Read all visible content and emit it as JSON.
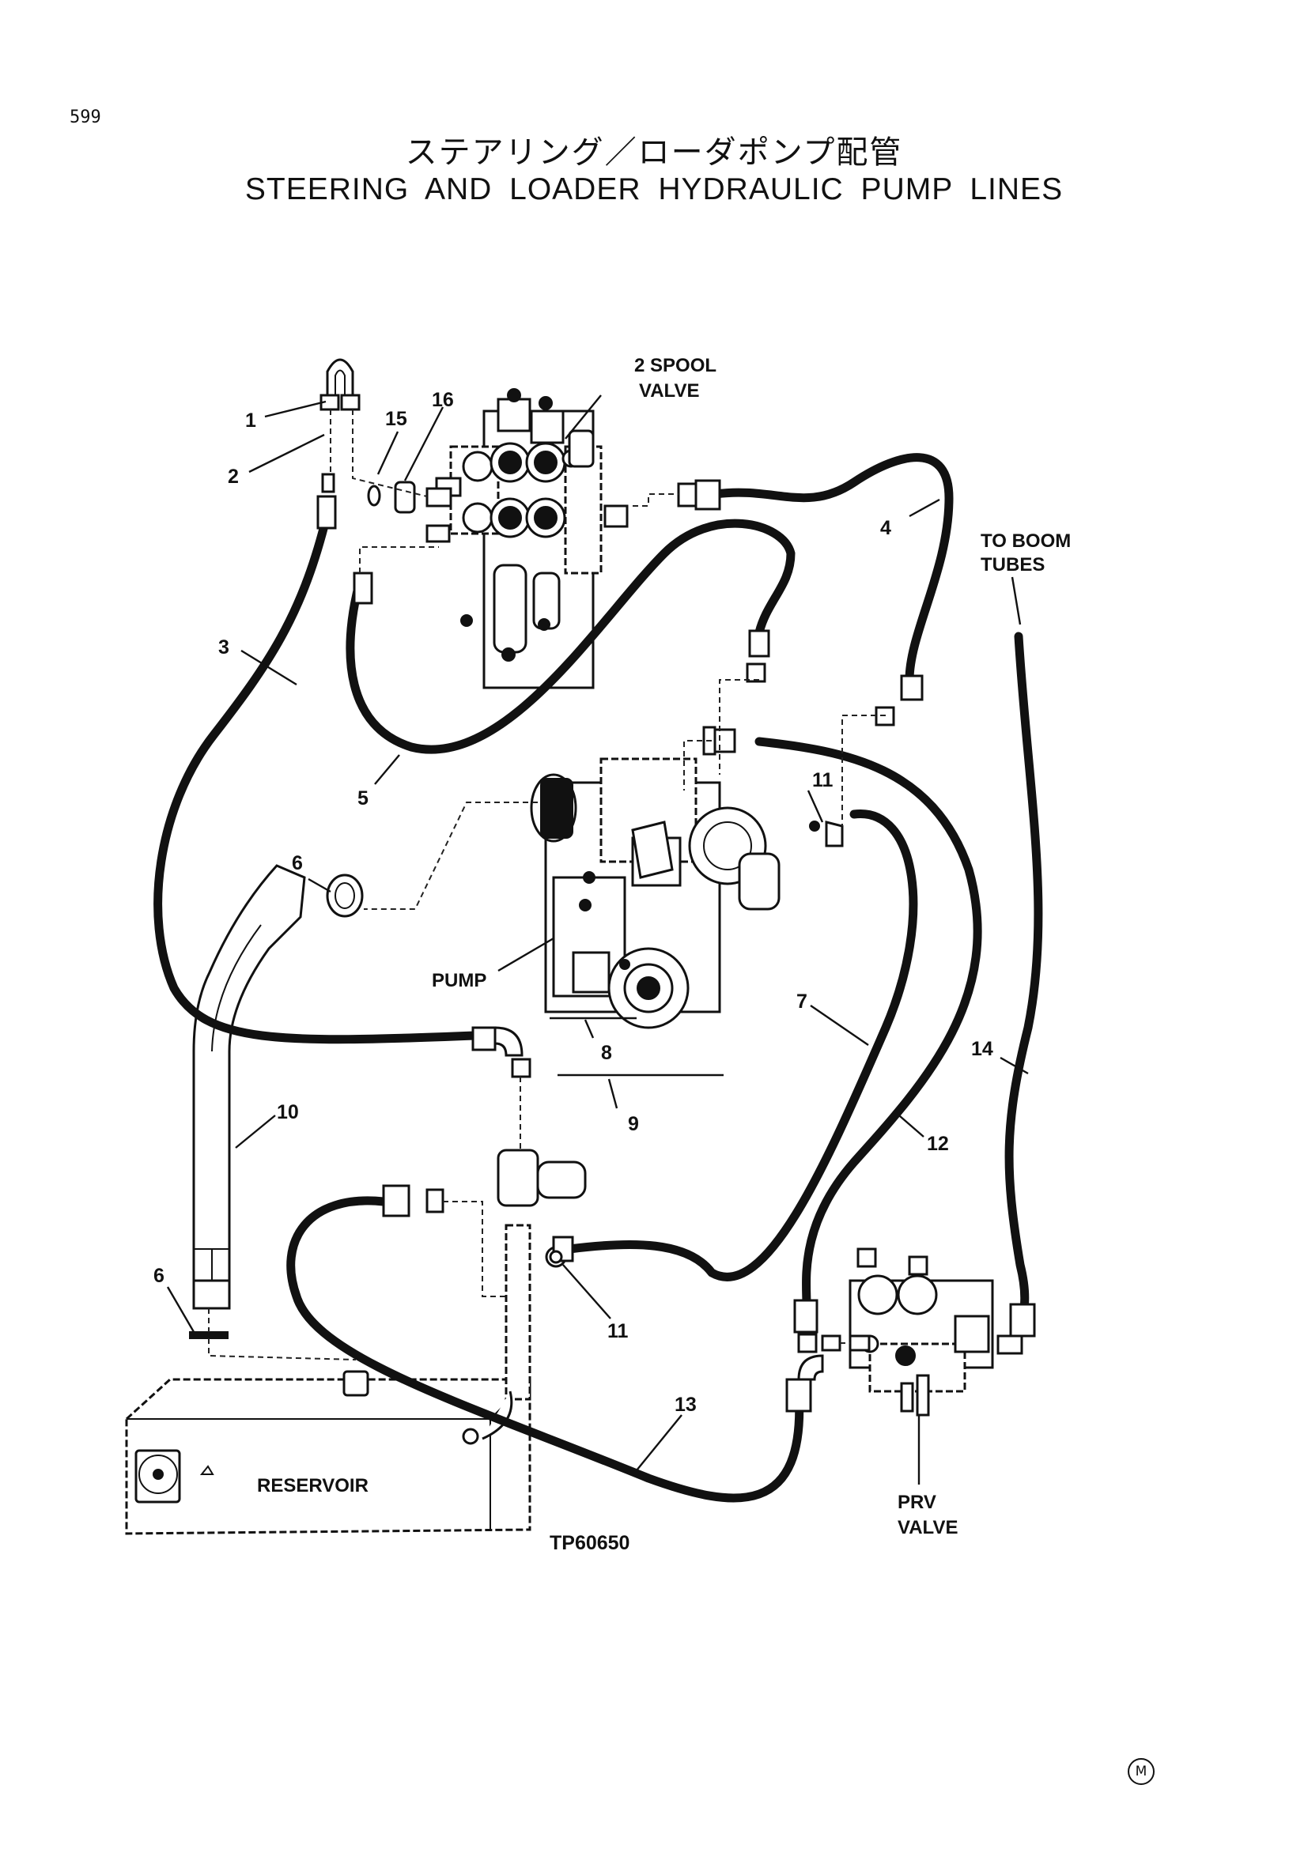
{
  "header": {
    "page_number": "599",
    "title_jp": "ステアリング／ローダポンプ配管",
    "title_en": "STEERING AND LOADER HYDRAULIC PUMP LINES"
  },
  "components": {
    "spool_valve_line1": "2 SPOOL",
    "spool_valve_line2": "VALVE",
    "boom_tubes_line1": "TO BOOM",
    "boom_tubes_line2": "TUBES",
    "pump": "PUMP",
    "reservoir": "RESERVOIR",
    "prv_line1": "PRV",
    "prv_line2": "VALVE"
  },
  "callouts": {
    "c1": "1",
    "c2": "2",
    "c3": "3",
    "c4": "4",
    "c5": "5",
    "c6a": "6",
    "c6b": "6",
    "c7": "7",
    "c8": "8",
    "c9": "9",
    "c10": "10",
    "c11a": "11",
    "c11b": "11",
    "c12": "12",
    "c13": "13",
    "c14": "14",
    "c15": "15",
    "c16": "16"
  },
  "figure_id": "TP60650",
  "footer_mark": "M"
}
